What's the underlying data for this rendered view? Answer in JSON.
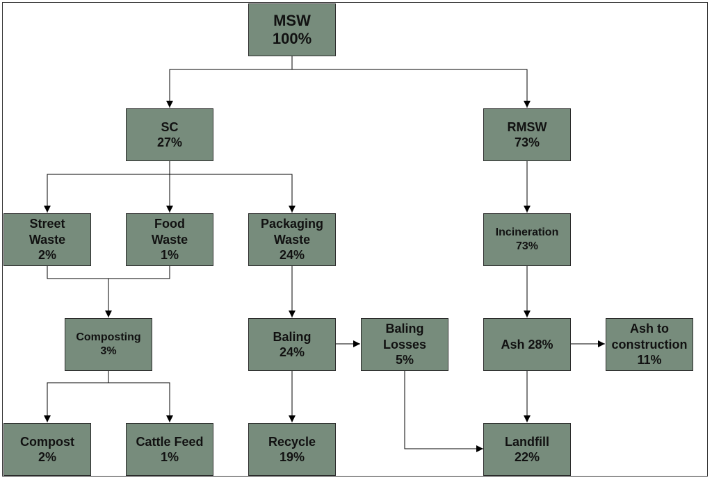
{
  "nodes": {
    "msw": {
      "lines": [
        "MSW",
        "100%"
      ]
    },
    "sc": {
      "lines": [
        "SC",
        "27%"
      ]
    },
    "rmsw": {
      "lines": [
        "RMSW",
        "73%"
      ]
    },
    "street_waste": {
      "lines": [
        "Street",
        "Waste",
        "2%"
      ]
    },
    "food_waste": {
      "lines": [
        "Food",
        "Waste",
        "1%"
      ]
    },
    "packaging_waste": {
      "lines": [
        "Packaging",
        "Waste",
        "24%"
      ]
    },
    "incineration": {
      "lines": [
        "Incineration",
        "73%"
      ]
    },
    "composting": {
      "lines": [
        "Composting",
        "3%"
      ]
    },
    "baling": {
      "lines": [
        "Baling",
        "24%"
      ]
    },
    "baling_losses": {
      "lines": [
        "Baling",
        "Losses",
        "5%"
      ]
    },
    "ash": {
      "lines": [
        "Ash 28%"
      ]
    },
    "ash_to_construction": {
      "lines": [
        "Ash to",
        "construction",
        "11%"
      ]
    },
    "compost": {
      "lines": [
        "Compost",
        "2%"
      ]
    },
    "cattle_feed": {
      "lines": [
        "Cattle Feed",
        "1%"
      ]
    },
    "recycle": {
      "lines": [
        "Recycle",
        "19%"
      ]
    },
    "landfill": {
      "lines": [
        "Landfill",
        "22%"
      ]
    }
  },
  "colors": {
    "node_fill": "#778c7c",
    "node_border": "#2b2b2b",
    "line": "#000000"
  }
}
